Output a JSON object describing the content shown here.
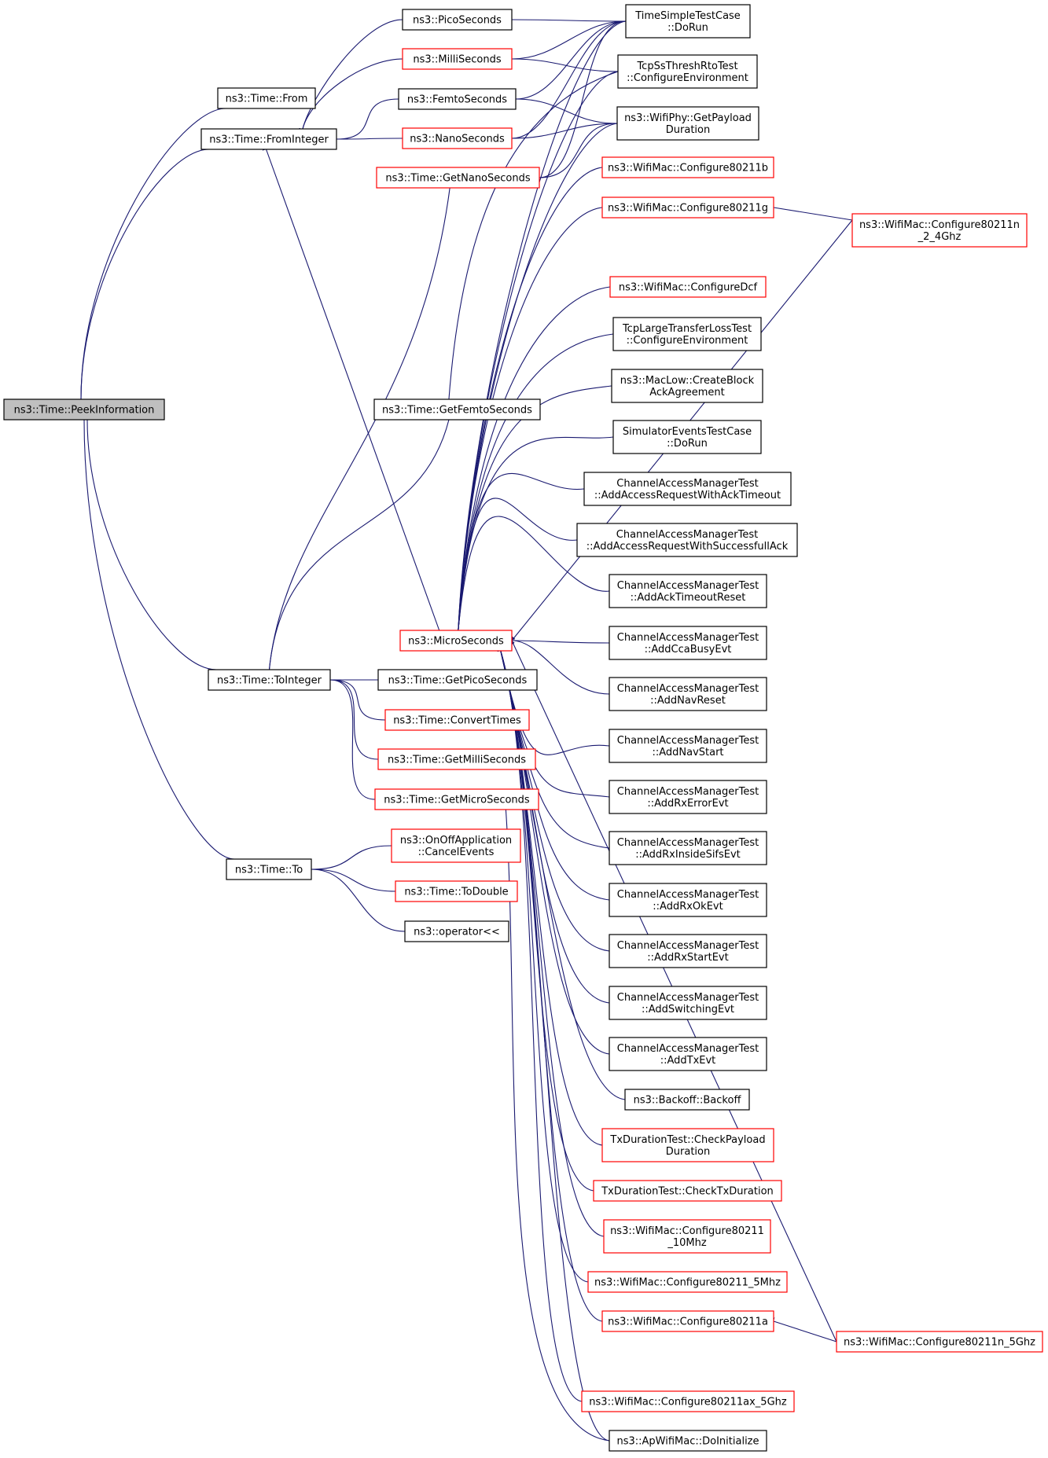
{
  "graph": {
    "nodes": [
      {
        "id": "peek",
        "lines": [
          "ns3::Time::PeekInformation"
        ],
        "kind": "root"
      },
      {
        "id": "from",
        "lines": [
          "ns3::Time::From"
        ],
        "kind": "black"
      },
      {
        "id": "fromint",
        "lines": [
          "ns3::Time::FromInteger"
        ],
        "kind": "black"
      },
      {
        "id": "toint",
        "lines": [
          "ns3::Time::ToInteger"
        ],
        "kind": "black"
      },
      {
        "id": "to",
        "lines": [
          "ns3::Time::To"
        ],
        "kind": "black"
      },
      {
        "id": "pico",
        "lines": [
          "ns3::PicoSeconds"
        ],
        "kind": "black"
      },
      {
        "id": "milli",
        "lines": [
          "ns3::MilliSeconds"
        ],
        "kind": "red"
      },
      {
        "id": "femto",
        "lines": [
          "ns3::FemtoSeconds"
        ],
        "kind": "black"
      },
      {
        "id": "nano",
        "lines": [
          "ns3::NanoSeconds"
        ],
        "kind": "red"
      },
      {
        "id": "getnano",
        "lines": [
          "ns3::Time::GetNanoSeconds"
        ],
        "kind": "red"
      },
      {
        "id": "getfemto",
        "lines": [
          "ns3::Time::GetFemtoSeconds"
        ],
        "kind": "black"
      },
      {
        "id": "micro",
        "lines": [
          "ns3::MicroSeconds"
        ],
        "kind": "red"
      },
      {
        "id": "getpico",
        "lines": [
          "ns3::Time::GetPicoSeconds"
        ],
        "kind": "black"
      },
      {
        "id": "convert",
        "lines": [
          "ns3::Time::ConvertTimes"
        ],
        "kind": "red"
      },
      {
        "id": "getmilli",
        "lines": [
          "ns3::Time::GetMilliSeconds"
        ],
        "kind": "red"
      },
      {
        "id": "getmicro",
        "lines": [
          "ns3::Time::GetMicroSeconds"
        ],
        "kind": "red"
      },
      {
        "id": "onoff",
        "lines": [
          "ns3::OnOffApplication",
          "::CancelEvents"
        ],
        "kind": "red"
      },
      {
        "id": "todouble",
        "lines": [
          "ns3::Time::ToDouble"
        ],
        "kind": "red"
      },
      {
        "id": "opshl",
        "lines": [
          "ns3::operator<<"
        ],
        "kind": "black"
      },
      {
        "id": "tstc",
        "lines": [
          "TimeSimpleTestCase",
          "::DoRun"
        ],
        "kind": "black"
      },
      {
        "id": "tcpss",
        "lines": [
          "TcpSsThreshRtoTest",
          "::ConfigureEnvironment"
        ],
        "kind": "black"
      },
      {
        "id": "wifiphy",
        "lines": [
          "ns3::WifiPhy::GetPayload",
          "Duration"
        ],
        "kind": "black"
      },
      {
        "id": "c11b",
        "lines": [
          "ns3::WifiMac::Configure80211b"
        ],
        "kind": "red"
      },
      {
        "id": "c11g",
        "lines": [
          "ns3::WifiMac::Configure80211g"
        ],
        "kind": "red"
      },
      {
        "id": "c11n24",
        "lines": [
          "ns3::WifiMac::Configure80211n",
          "_2_4Ghz"
        ],
        "kind": "red"
      },
      {
        "id": "cdcf",
        "lines": [
          "ns3::WifiMac::ConfigureDcf"
        ],
        "kind": "red"
      },
      {
        "id": "tcplarge",
        "lines": [
          "TcpLargeTransferLossTest",
          "::ConfigureEnvironment"
        ],
        "kind": "black"
      },
      {
        "id": "maclow",
        "lines": [
          "ns3::MacLow::CreateBlock",
          "AckAgreement"
        ],
        "kind": "black"
      },
      {
        "id": "simev",
        "lines": [
          "SimulatorEventsTestCase",
          "::DoRun"
        ],
        "kind": "black"
      },
      {
        "id": "camack",
        "lines": [
          "ChannelAccessManagerTest",
          "::AddAccessRequestWithAckTimeout"
        ],
        "kind": "black"
      },
      {
        "id": "camsucc",
        "lines": [
          "ChannelAccessManagerTest",
          "::AddAccessRequestWithSuccessfullAck"
        ],
        "kind": "black"
      },
      {
        "id": "camackreset",
        "lines": [
          "ChannelAccessManagerTest",
          "::AddAckTimeoutReset"
        ],
        "kind": "black"
      },
      {
        "id": "camcca",
        "lines": [
          "ChannelAccessManagerTest",
          "::AddCcaBusyEvt"
        ],
        "kind": "black"
      },
      {
        "id": "camnavreset",
        "lines": [
          "ChannelAccessManagerTest",
          "::AddNavReset"
        ],
        "kind": "black"
      },
      {
        "id": "camnavstart",
        "lines": [
          "ChannelAccessManagerTest",
          "::AddNavStart"
        ],
        "kind": "black"
      },
      {
        "id": "camrxerr",
        "lines": [
          "ChannelAccessManagerTest",
          "::AddRxErrorEvt"
        ],
        "kind": "black"
      },
      {
        "id": "camrxinside",
        "lines": [
          "ChannelAccessManagerTest",
          "::AddRxInsideSifsEvt"
        ],
        "kind": "black"
      },
      {
        "id": "camrxok",
        "lines": [
          "ChannelAccessManagerTest",
          "::AddRxOkEvt"
        ],
        "kind": "black"
      },
      {
        "id": "camrxstart",
        "lines": [
          "ChannelAccessManagerTest",
          "::AddRxStartEvt"
        ],
        "kind": "black"
      },
      {
        "id": "camswitch",
        "lines": [
          "ChannelAccessManagerTest",
          "::AddSwitchingEvt"
        ],
        "kind": "black"
      },
      {
        "id": "camtx",
        "lines": [
          "ChannelAccessManagerTest",
          "::AddTxEvt"
        ],
        "kind": "black"
      },
      {
        "id": "backoff",
        "lines": [
          "ns3::Backoff::Backoff"
        ],
        "kind": "black"
      },
      {
        "id": "txdurpay",
        "lines": [
          "TxDurationTest::CheckPayload",
          "Duration"
        ],
        "kind": "red"
      },
      {
        "id": "txdurtx",
        "lines": [
          "TxDurationTest::CheckTxDuration"
        ],
        "kind": "red"
      },
      {
        "id": "c10mhz",
        "lines": [
          "ns3::WifiMac::Configure80211",
          "_10Mhz"
        ],
        "kind": "red"
      },
      {
        "id": "c5mhz",
        "lines": [
          "ns3::WifiMac::Configure80211_5Mhz"
        ],
        "kind": "red"
      },
      {
        "id": "c11a",
        "lines": [
          "ns3::WifiMac::Configure80211a"
        ],
        "kind": "red"
      },
      {
        "id": "c11n5",
        "lines": [
          "ns3::WifiMac::Configure80211n_5Ghz"
        ],
        "kind": "red"
      },
      {
        "id": "c11ax",
        "lines": [
          "ns3::WifiMac::Configure80211ax_5Ghz"
        ],
        "kind": "red"
      },
      {
        "id": "apwifi",
        "lines": [
          "ns3::ApWifiMac::DoInitialize"
        ],
        "kind": "black"
      }
    ]
  }
}
